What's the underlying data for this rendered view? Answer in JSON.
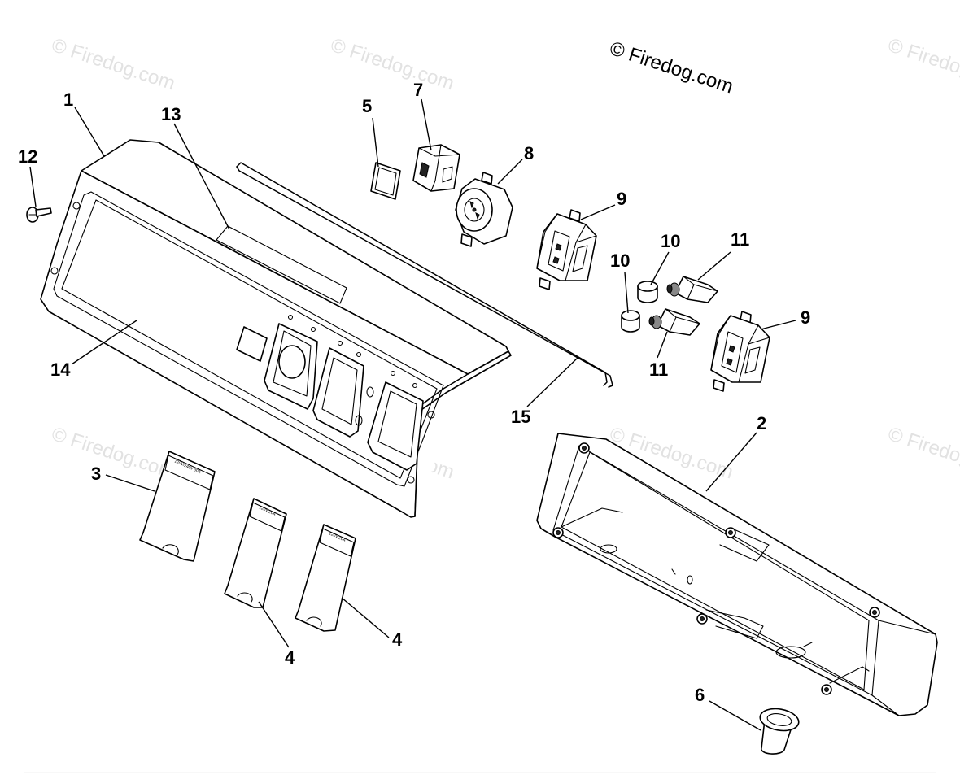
{
  "copyright": "© Firedog.com",
  "watermark_text": "© Firedog.com",
  "callouts": {
    "c1": "1",
    "c2": "2",
    "c3": "3",
    "c4a": "4",
    "c4b": "4",
    "c5": "5",
    "c6": "6",
    "c7": "7",
    "c8": "8",
    "c9a": "9",
    "c9b": "9",
    "c10a": "10",
    "c10b": "10",
    "c11a": "11",
    "c11b": "11",
    "c12": "12",
    "c13": "13",
    "c14": "14",
    "c15": "15"
  },
  "labels": {
    "decal3": "120V/240V 30A",
    "decal4a": "120V 20A",
    "decal4b": "120V 20A"
  },
  "colors": {
    "line": "#000000",
    "watermark": "#e2e2e2",
    "background": "#ffffff"
  }
}
